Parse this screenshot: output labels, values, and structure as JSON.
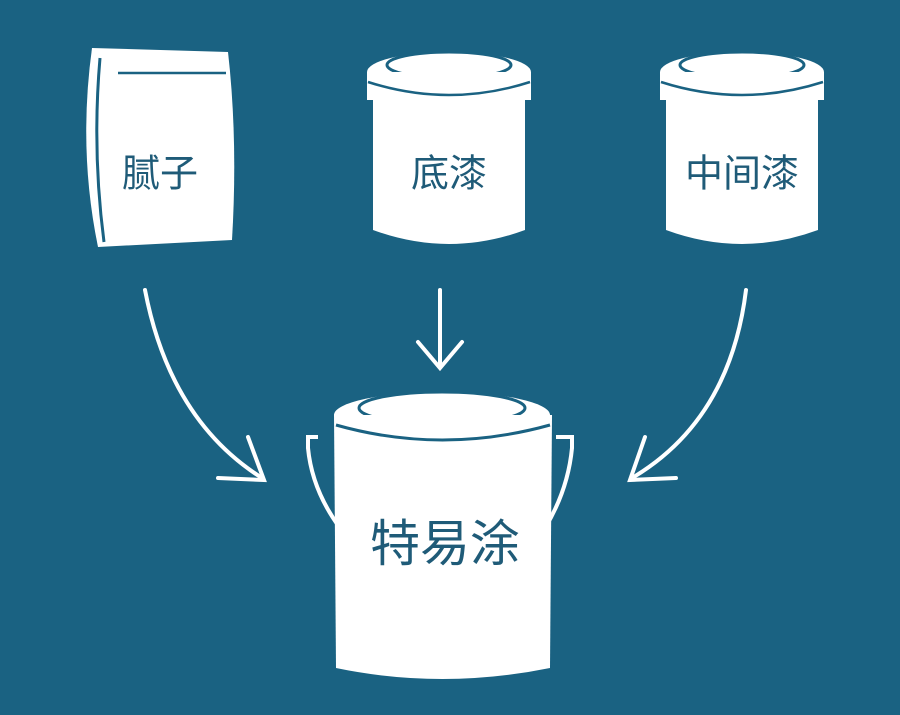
{
  "diagram": {
    "background_color": "#1a6282",
    "shape_color": "#ffffff",
    "text_color": "#1f5b78",
    "inputs": [
      {
        "id": "putty",
        "label": "腻子",
        "shape": "bag"
      },
      {
        "id": "primer",
        "label": "底漆",
        "shape": "paint-can"
      },
      {
        "id": "intermediate",
        "label": "中间漆",
        "shape": "paint-can"
      }
    ],
    "output": {
      "id": "teyitu",
      "label": "特易涂",
      "shape": "paint-bucket-with-handle"
    },
    "edges": [
      {
        "from": "putty",
        "to": "teyitu"
      },
      {
        "from": "primer",
        "to": "teyitu"
      },
      {
        "from": "intermediate",
        "to": "teyitu"
      }
    ]
  }
}
